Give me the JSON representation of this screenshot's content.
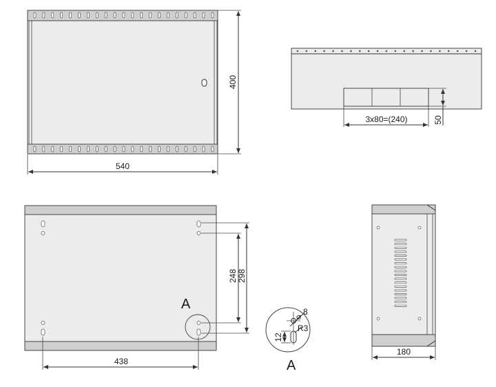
{
  "dimensions": {
    "front_width": "540",
    "front_height": "400",
    "cutouts": "3x80=(240)",
    "cutout_height": "50",
    "hole_spacing_horizontal": "438",
    "hole_spacing_inner": "248",
    "hole_spacing_outer": "298",
    "depth": "180"
  },
  "detail": {
    "label_marker": "A",
    "label_callout": "A",
    "hole_diameter": "8",
    "slot_radius": "R3",
    "slot_length": "12"
  }
}
